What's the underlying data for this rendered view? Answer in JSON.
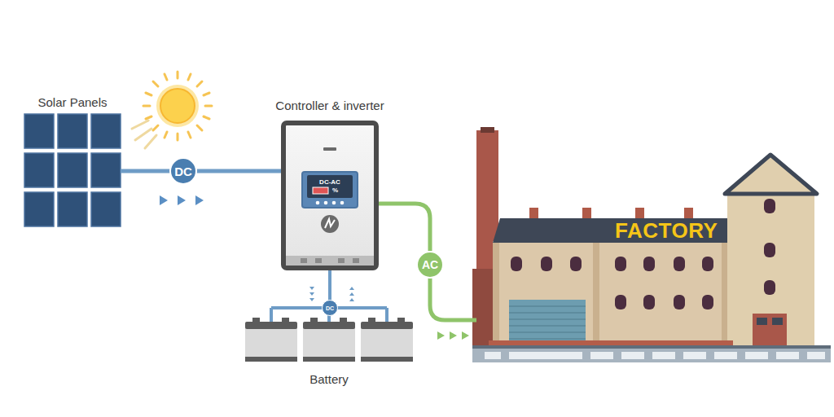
{
  "diagram": {
    "nodes": [
      {
        "text": [
          "Solar Panels"
        ]
      },
      {
        "text": [
          "Controller & inverter"
        ]
      },
      {
        "text": [
          "DC-AC",
          "%"
        ],
        "in": 1
      },
      {
        "text": [
          "Battery"
        ]
      },
      {
        "text": [
          "FACTORY"
        ]
      }
    ],
    "edges": [
      {
        "from": 0,
        "to": 1,
        "label": "DC",
        "arrow": "none"
      },
      {
        "from": 1,
        "to": 4,
        "label": "AC",
        "arrow": "none"
      },
      {
        "from": 1,
        "to": 3,
        "label": "DC",
        "arrow": "none"
      }
    ]
  }
}
